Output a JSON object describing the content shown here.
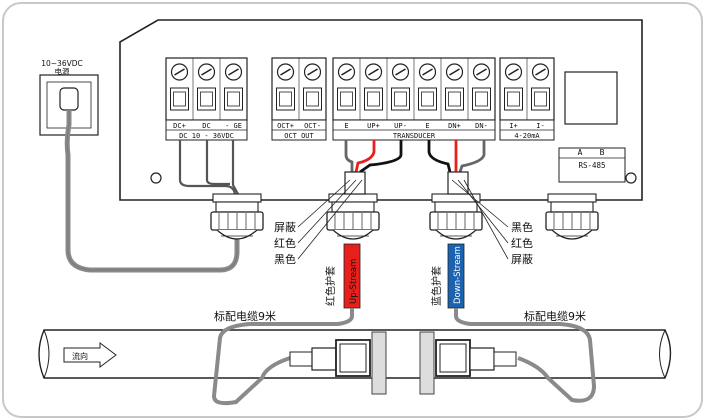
{
  "power": {
    "voltage": "10~36VDC",
    "label": "电源"
  },
  "terminals": {
    "power_group": {
      "top": [
        "DC+",
        "DC",
        "- GE"
      ],
      "bottom": [
        "DC",
        "10",
        "- 36VDC"
      ]
    },
    "oct_group": {
      "top": [
        "OCT+",
        "OCT-"
      ],
      "bottom": "OCT OUT"
    },
    "transducer_group": {
      "top": [
        "E",
        "UP+",
        "UP-",
        "E",
        "DN+",
        "DN-"
      ],
      "bottom": "TRANSDUCER"
    },
    "current_group": {
      "top": [
        "I+",
        "I-"
      ],
      "bottom": "4-20mA"
    },
    "rs485_group": {
      "top": [
        "A",
        "B"
      ],
      "bottom": "RS-485"
    }
  },
  "wire_labels": {
    "left": [
      "屏蔽",
      "红色",
      "黑色"
    ],
    "right": [
      "黑色",
      "红色",
      "屏蔽"
    ]
  },
  "sleeves": {
    "left_caption": "红色护套",
    "left_text": "Up-Stream",
    "right_caption": "蓝色护套",
    "right_text": "Down-Stream"
  },
  "cable_labels": {
    "left": "标配电缆9米",
    "right": "标配电缆9米"
  },
  "pipe": {
    "flow_label": "流向"
  },
  "colors": {
    "red": "#e8201c",
    "blue": "#1b62b0",
    "cable_gray": "#8a8a8a",
    "panel_border": "#222222"
  }
}
